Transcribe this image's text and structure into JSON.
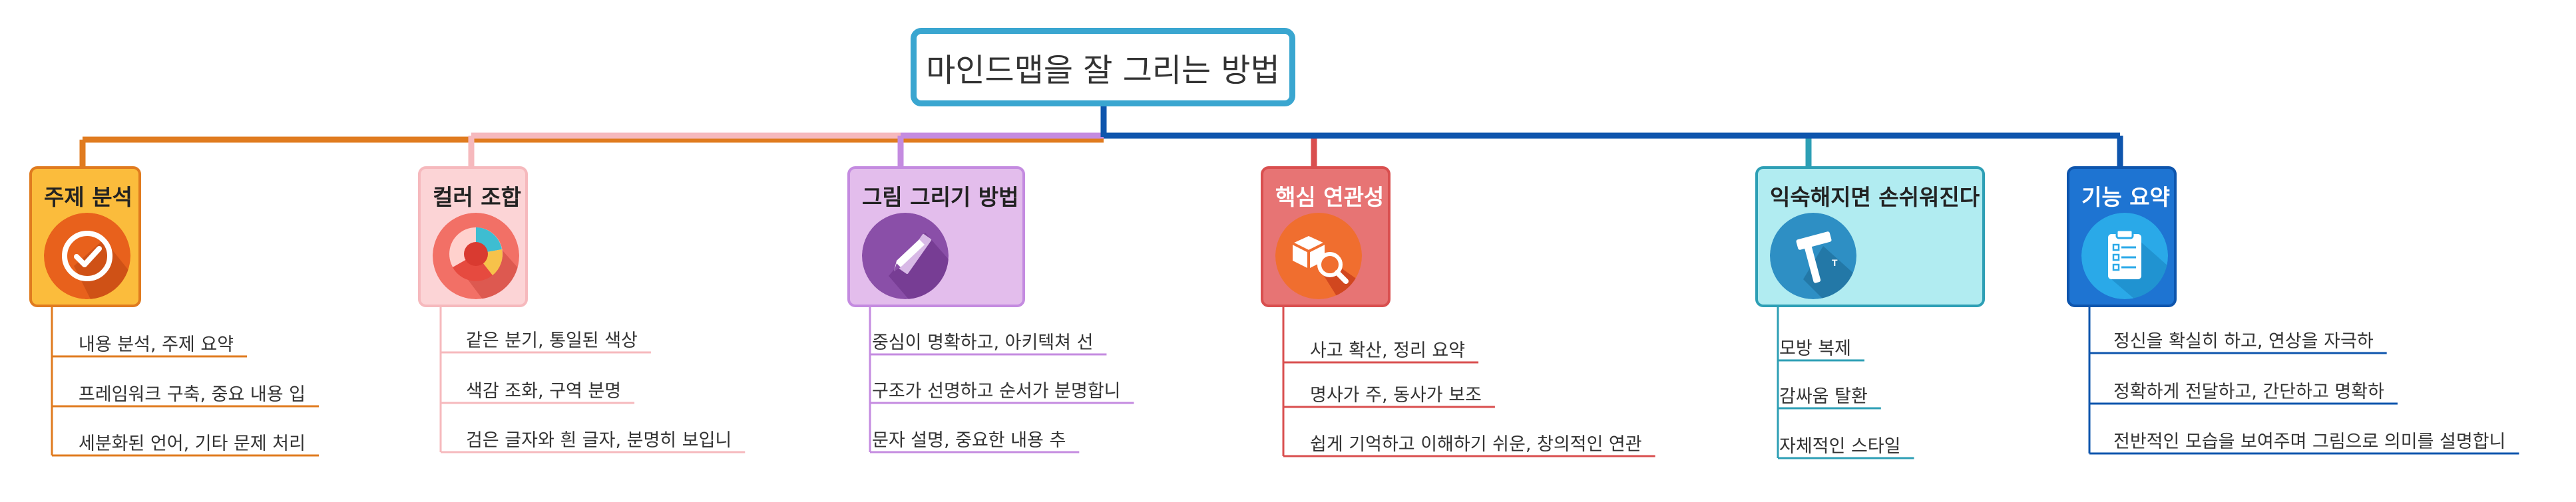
{
  "root": {
    "title": "마인드맵을 잘 그리는 방법"
  },
  "branches": [
    {
      "title": "주제 분석",
      "icon": "check-icon",
      "color": "#e07b1f",
      "fill": "#fbbc3c",
      "titleColor": "#222222",
      "items": [
        "내용 분석, 주제 요약",
        "프레임워크 구축, 중요 내용 입",
        "세분화된 언어, 기타 문제 처리"
      ]
    },
    {
      "title": "컬러 조합",
      "icon": "palette-icon",
      "color": "#f6b9bd",
      "fill": "#fcd4d6",
      "titleColor": "#222222",
      "items": [
        "같은 분기, 통일된 색상",
        "색감 조화, 구역 분명",
        "검은 글자와 흰 글자, 분명히 보입니"
      ]
    },
    {
      "title": "그림 그리기 방법",
      "icon": "pencil-ruler-icon",
      "color": "#c48be0",
      "fill": "#e3bdec",
      "titleColor": "#222222",
      "items": [
        "중심이 명확하고, 아키텍쳐 선",
        "구조가 선명하고 순서가 분명합니",
        "문자 설명, 중요한 내용 추"
      ]
    },
    {
      "title": "핵심 연관성",
      "icon": "cube-search-icon",
      "color": "#d94f4f",
      "fill": "#e77474",
      "titleColor": "#ffffff",
      "items": [
        "사고 확산, 정리 요약",
        "명사가 주, 동사가 보조",
        "쉽게 기억하고 이해하기 쉬운, 창의적인 연관"
      ]
    },
    {
      "title": "익숙해지면 손쉬워진다",
      "icon": "hammer-icon",
      "color": "#2d9fb5",
      "fill": "#b1ecf1",
      "titleColor": "#222222",
      "items": [
        "모방 복제",
        "감싸움 탈환",
        "자체적인 스타일"
      ]
    },
    {
      "title": "기능 요약",
      "icon": "clipboard-icon",
      "color": "#0e55ad",
      "fill": "#1e74d2",
      "titleColor": "#ffffff",
      "items": [
        "정신을 확실히 하고, 연상을 자극하",
        "정확하게 전달하고, 간단하고 명확하",
        "전반적인 모습을 보여주며 그림으로 의미를 설명합니"
      ]
    }
  ]
}
